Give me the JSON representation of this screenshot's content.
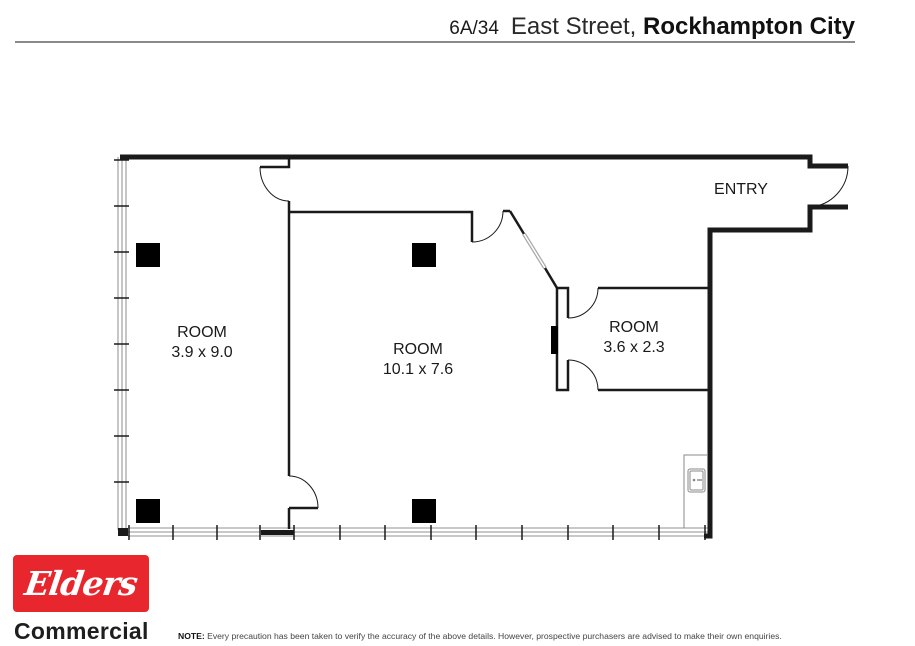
{
  "header": {
    "unit": "6A/34",
    "street": "East Street,",
    "city": "Rockhampton City"
  },
  "plan": {
    "rooms": [
      {
        "name": "ROOM",
        "size": "3.9 x 9.0"
      },
      {
        "name": "ROOM",
        "size": "10.1 x 7.6"
      },
      {
        "name": "ROOM",
        "size": "3.6 x 2.3"
      }
    ],
    "entry_label": "ENTRY",
    "wall_color": "#1a1a1a",
    "window_color": "#a8a8a8",
    "column_color": "#000000"
  },
  "branding": {
    "logo_text": "Elders",
    "logo_color": "#e8262d",
    "division": "Commercial"
  },
  "footer": {
    "note_label": "NOTE:",
    "note_text": "Every precaution has been taken to verify the accuracy of the above details. However, prospective purchasers are advised to make their own enquiries."
  }
}
